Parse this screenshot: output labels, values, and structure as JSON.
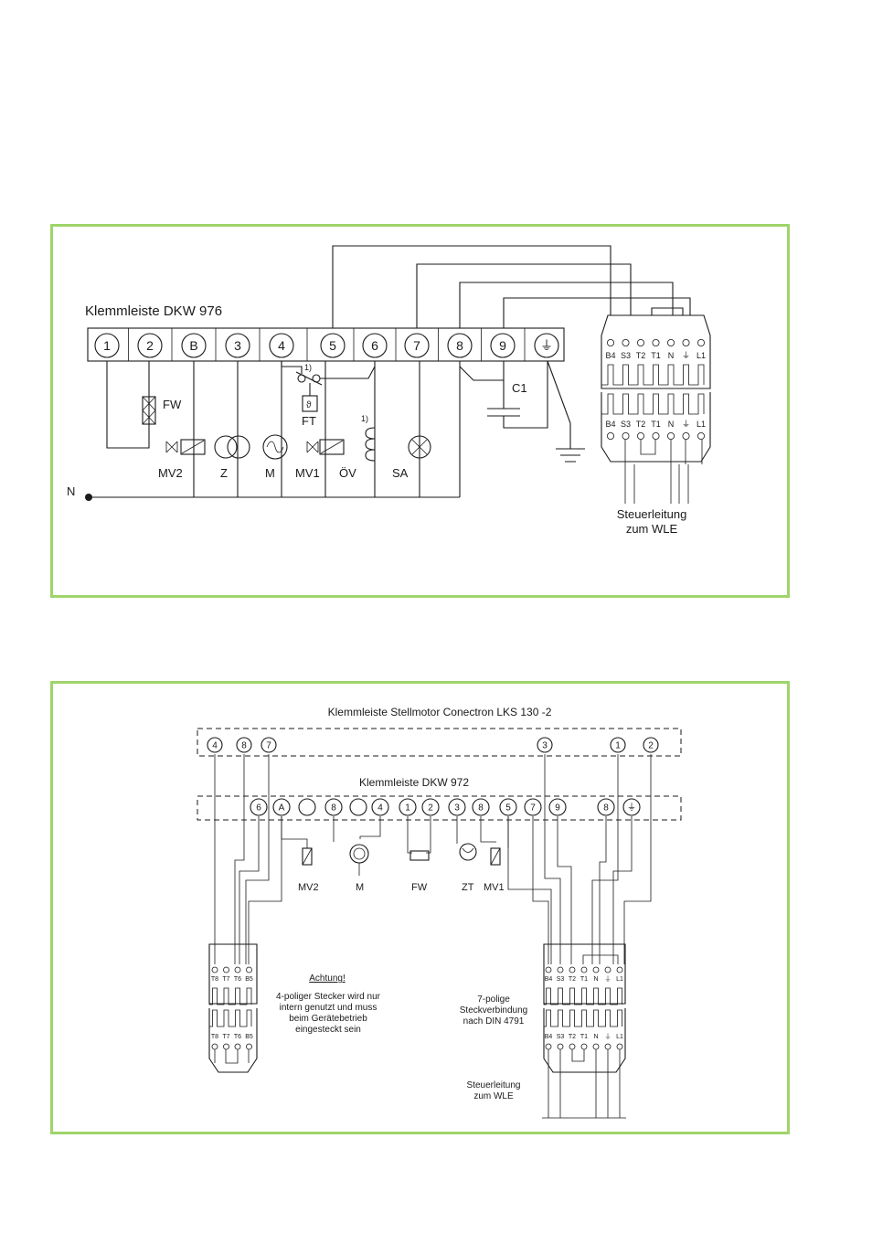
{
  "top": {
    "title": "Klemmleiste DKW 976",
    "terminals": [
      "1",
      "2",
      "B",
      "3",
      "4",
      "5",
      "6",
      "7",
      "8",
      "9",
      "⏚"
    ],
    "components": {
      "fw": "FW",
      "mv2": "MV2",
      "z": "Z",
      "m": "M",
      "mv1": "MV1",
      "ov": "ÖV",
      "sa": "SA",
      "ft": "FT",
      "c1": "C1",
      "note": "1)",
      "n": "N"
    },
    "plug_pins": [
      "B4",
      "S3",
      "T2",
      "T1",
      "N",
      "⏚",
      "L1"
    ],
    "cable_label": [
      "Steuerleitung",
      "zum WLE"
    ]
  },
  "bottom": {
    "motor_strip_title": "Klemmleiste Stellmotor Conectron LKS 130  -2",
    "motor_terminals": [
      "4",
      "8",
      "7",
      "3",
      "1",
      "2"
    ],
    "strip_title": "Klemmleiste DKW 972",
    "strip_terminals": [
      "6",
      "A",
      "",
      "8",
      "",
      "4",
      "1",
      "2",
      "3",
      "8",
      "5",
      "7",
      "9",
      "8",
      "⏚"
    ],
    "components": {
      "mv2": "MV2",
      "m": "M",
      "fw": "FW",
      "zt": "ZT",
      "mv1": "MV1"
    },
    "plug4_pins": [
      "T8",
      "T7",
      "T6",
      "B5"
    ],
    "plug7_pins": [
      "B4",
      "S3",
      "T2",
      "T1",
      "N",
      "⏚",
      "L1"
    ],
    "warning_title": "Achtung!",
    "warning_text": [
      "4-poliger Stecker wird nur",
      "intern genutzt und muss",
      "beim Gerätebetrieb",
      "eingesteckt sein"
    ],
    "plug7_text": [
      "7-polige",
      "Steckverbindung",
      "nach DIN 4791"
    ],
    "cable_label": [
      "Steuerleitung",
      "zum WLE"
    ]
  }
}
